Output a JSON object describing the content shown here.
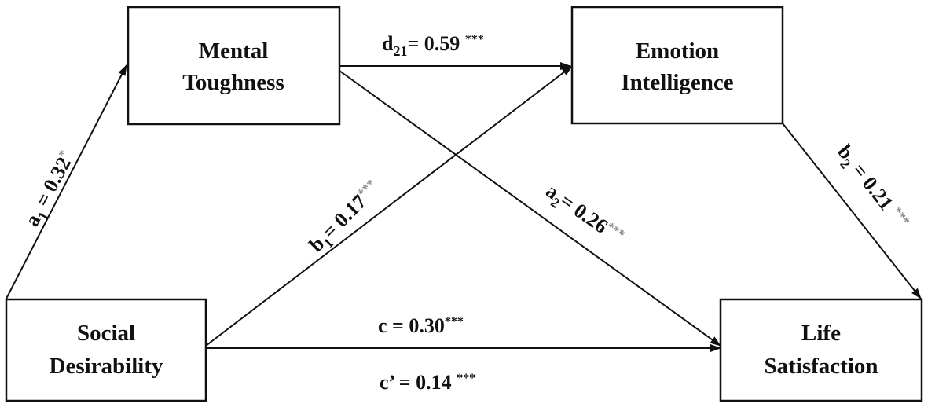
{
  "nodes": {
    "mental_toughness": {
      "line1": "Mental",
      "line2": "Toughness"
    },
    "emotion_intelligence": {
      "line1": "Emotion",
      "line2": "Intelligence"
    },
    "social_desirability": {
      "line1": "Social",
      "line2": "Desirability"
    },
    "life_satisfaction": {
      "line1": "Life",
      "line2": "Satisfaction"
    }
  },
  "paths": {
    "a1": {
      "letter": "a",
      "sub": "1",
      "value": " = 0.32",
      "sig": "*"
    },
    "d21": {
      "letter": "d",
      "sub": "21",
      "value": "= 0.59 ",
      "sig": "***"
    },
    "b1": {
      "letter": "b",
      "sub": "1",
      "value": "= 0.17",
      "sig": "***"
    },
    "a2": {
      "letter": "a",
      "sub": "2",
      "value": "= 0.26",
      "sig": "***"
    },
    "b2": {
      "letter": "b",
      "sub": "2",
      "value": " = 0.21 ",
      "sig": "***"
    },
    "c": {
      "value": "c = 0.30",
      "sig": "***"
    },
    "c_prime": {
      "value": "c’ = 0.14 ",
      "sig": "***"
    }
  }
}
